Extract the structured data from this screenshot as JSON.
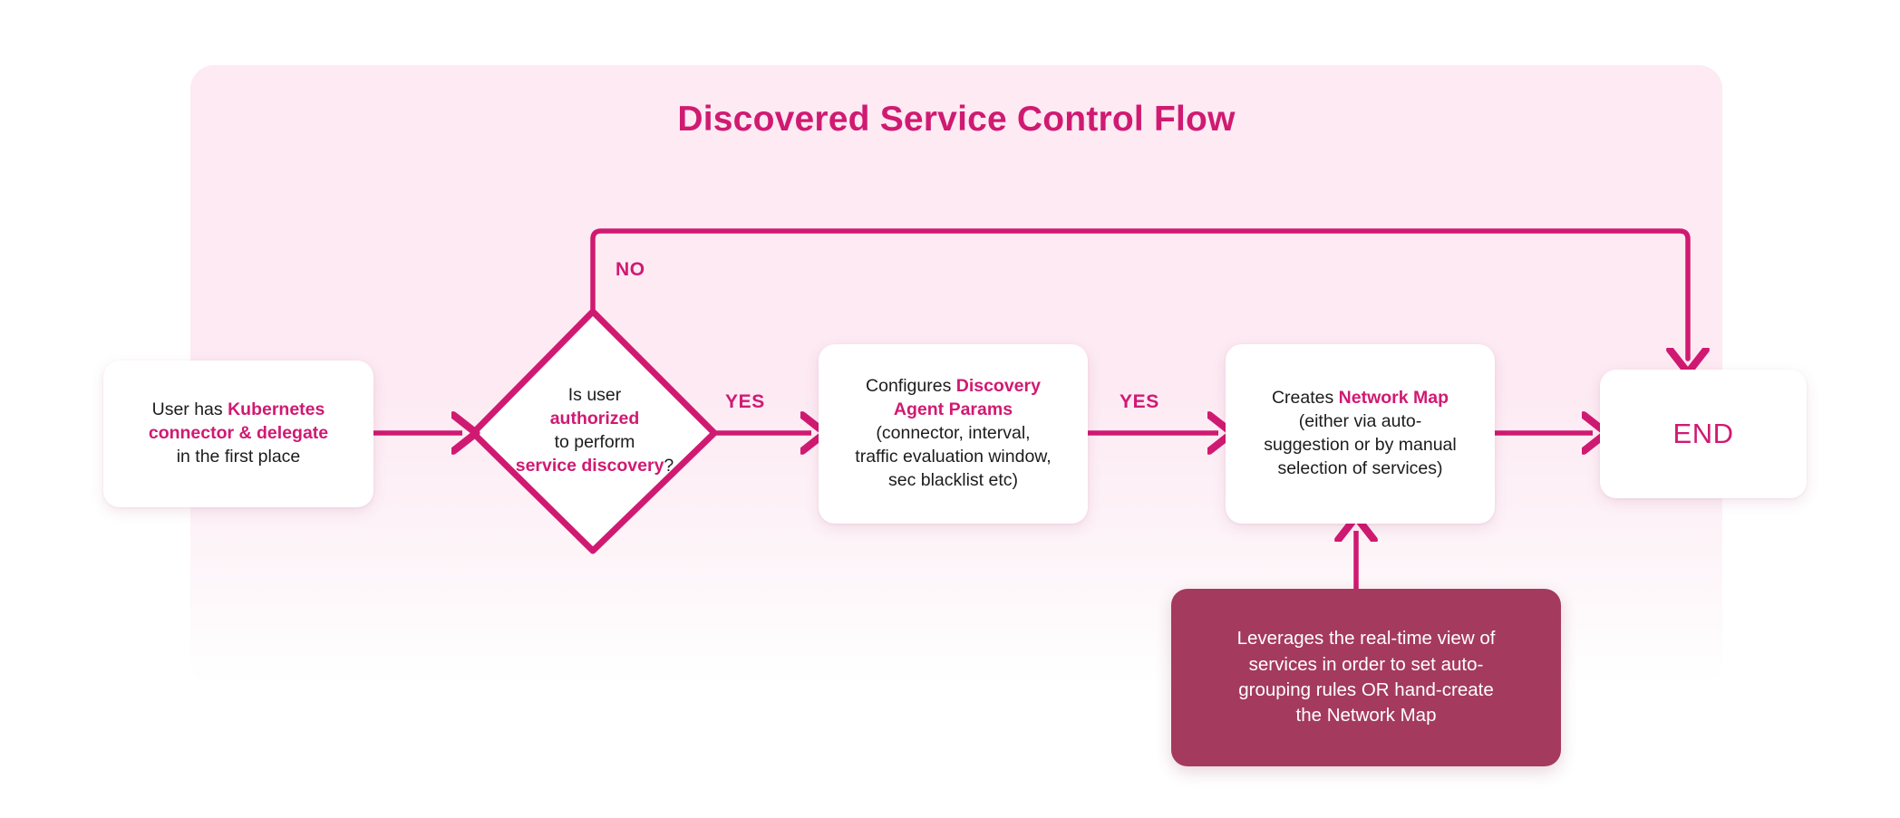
{
  "title": "Discovered Service Control Flow",
  "theme": {
    "accent": "#d01a72",
    "panel_bg": "#fdeaf3",
    "node_bg": "#ffffff",
    "note_bg": "#a43a5e",
    "text": "#1c1c1c",
    "note_text": "#ffffff"
  },
  "nodes": {
    "start": {
      "type": "process",
      "line1_plain": "User has ",
      "line1_em": "Kubernetes",
      "line2_em": "connector & delegate",
      "line3_plain": "in the first place"
    },
    "decision": {
      "type": "decision",
      "line1": "Is user",
      "line2_em": "authorized",
      "line3": "to perform",
      "line4_em": "service discovery",
      "line4_tail": "?"
    },
    "config": {
      "type": "process",
      "line1_plain": "Configures ",
      "line1_em": "Discovery",
      "line2_em": "Agent Params",
      "line3": "(connector, interval,",
      "line4": "traffic evaluation window,",
      "line5": "sec blacklist etc)"
    },
    "netmap": {
      "type": "process",
      "line1_plain": "Creates ",
      "line1_em": "Network Map",
      "line2": "(either via auto-",
      "line3": "suggestion or by manual",
      "line4": "selection of services)"
    },
    "end": {
      "type": "terminator",
      "label": "END"
    },
    "note": {
      "type": "annotation",
      "line1": "Leverages the real-time view of",
      "line2": "services in order to set auto-",
      "line3": "grouping rules OR hand-create",
      "line4": "the Network Map"
    }
  },
  "edge_labels": {
    "no": "NO",
    "yes_1": "YES",
    "yes_2": "YES"
  },
  "edges": [
    {
      "from": "start",
      "to": "decision",
      "label": ""
    },
    {
      "from": "decision",
      "to": "config",
      "label": "YES"
    },
    {
      "from": "decision",
      "to": "end",
      "label": "NO"
    },
    {
      "from": "config",
      "to": "netmap",
      "label": "YES"
    },
    {
      "from": "netmap",
      "to": "end",
      "label": ""
    },
    {
      "from": "note",
      "to": "netmap",
      "label": ""
    }
  ]
}
